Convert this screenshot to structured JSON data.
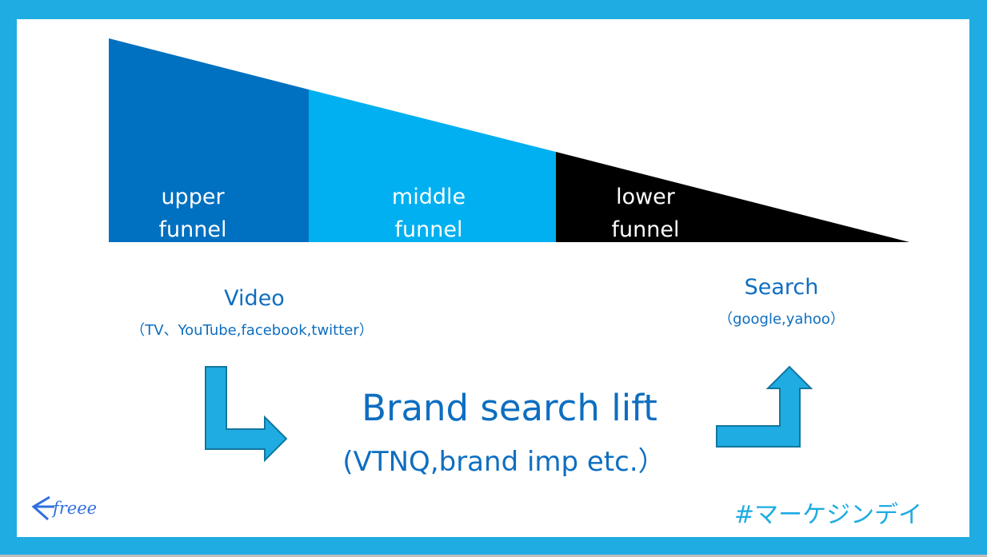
{
  "funnel": {
    "segments": [
      {
        "line1": "upper",
        "line2": "funnel",
        "color": "#0070C0"
      },
      {
        "line1": "middle",
        "line2": "funnel",
        "color": "#00B0F0"
      },
      {
        "line1": "lower",
        "line2": "funnel",
        "color": "#000000"
      }
    ]
  },
  "video": {
    "title": "Video",
    "subtitle": "（TV、YouTube,facebook,twitter）"
  },
  "search": {
    "title": "Search",
    "subtitle": "（google,yahoo）"
  },
  "center": {
    "title": "Brand search lift",
    "subtitle": "(VTNQ,brand imp etc.）"
  },
  "logo": {
    "text": "freee"
  },
  "hashtag": "#マーケジンデイ",
  "colors": {
    "frame": "#1EACE2",
    "text": "#0E6EC0",
    "arrow": "#1EACE2",
    "arrow_stroke": "#13769F"
  }
}
